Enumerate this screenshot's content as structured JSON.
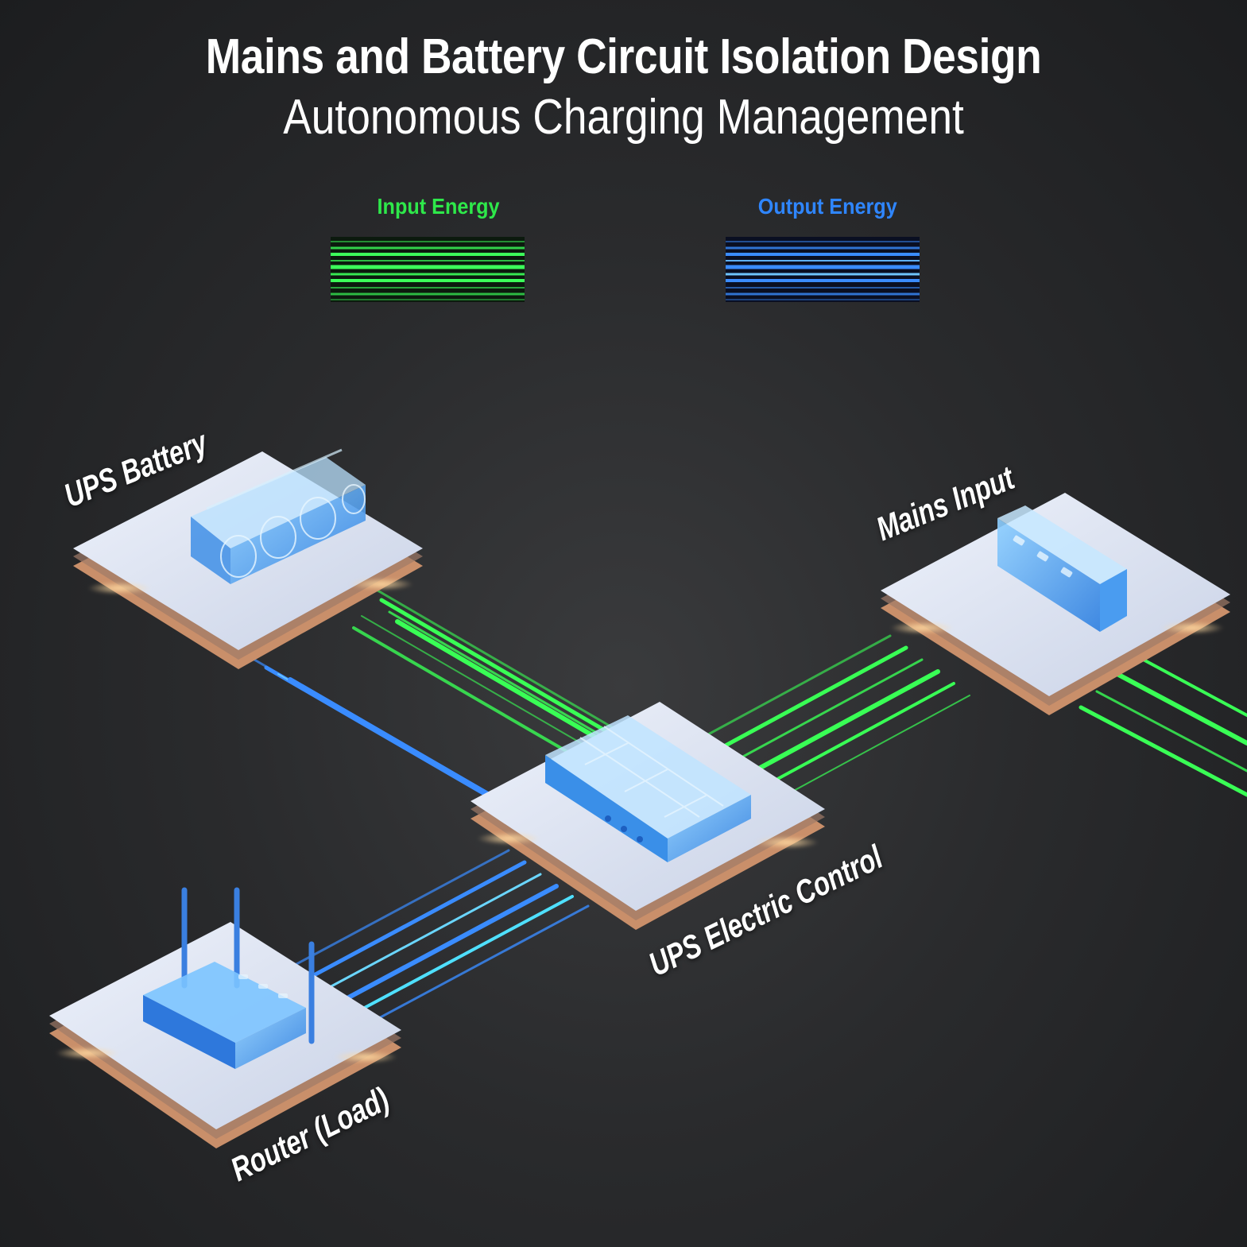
{
  "title": "Mains and Battery Circuit Isolation Design",
  "subtitle": "Autonomous Charging Management",
  "legend": {
    "input_label": "Input Energy",
    "input_color": "#2ee84a",
    "output_label": "Output Energy",
    "output_color": "#2f86ff"
  },
  "nodes": {
    "battery": "UPS Battery",
    "mains": "Mains Input",
    "control": "UPS Electric Control",
    "router": "Router (Load)"
  },
  "icons": {
    "battery": "battery-pack-icon",
    "mains": "power-adapter-icon",
    "control": "ups-control-box-icon",
    "router": "router-icon"
  }
}
